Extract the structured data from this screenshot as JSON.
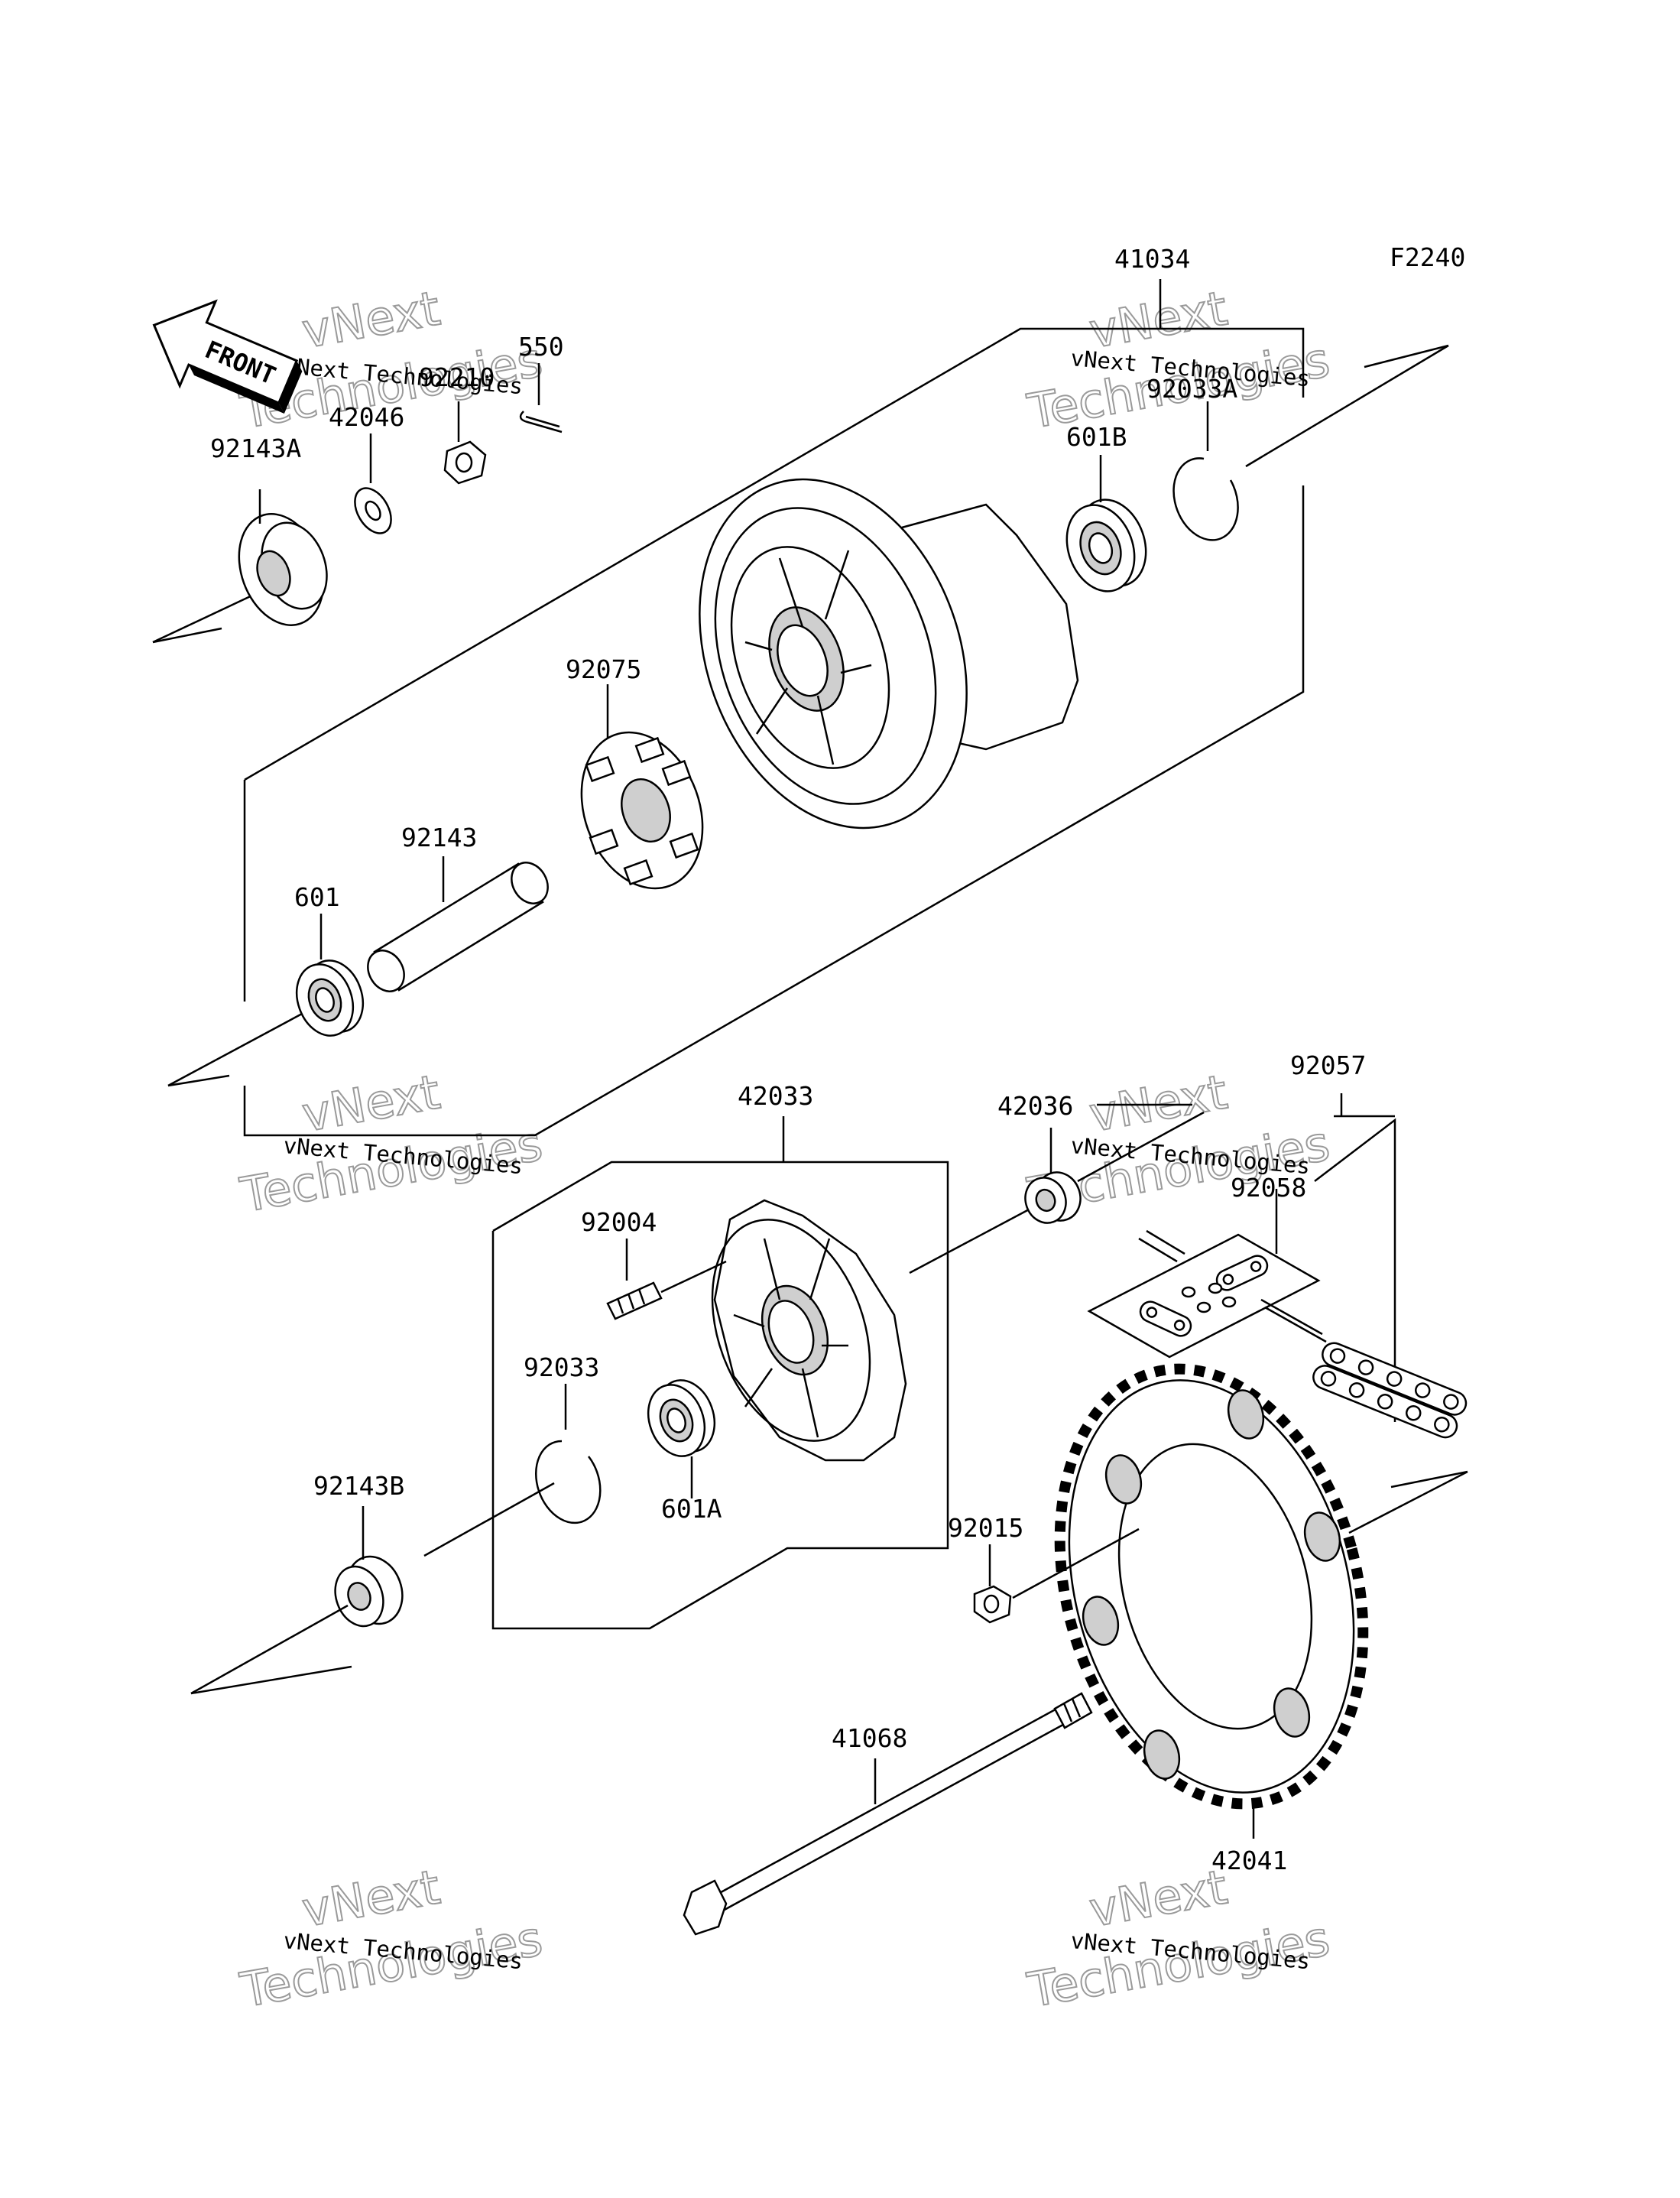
{
  "figure_code": "F2240",
  "front_label": "FRONT",
  "parts": [
    {
      "id": "41034",
      "name": "hub-assembly"
    },
    {
      "id": "550",
      "name": "cotter-pin"
    },
    {
      "id": "92210",
      "name": "axle-nut"
    },
    {
      "id": "42046",
      "name": "washer"
    },
    {
      "id": "92143A",
      "name": "left-collar"
    },
    {
      "id": "92033A",
      "name": "circlip-right"
    },
    {
      "id": "601B",
      "name": "bearing-right"
    },
    {
      "id": "92075",
      "name": "hub-damper"
    },
    {
      "id": "92143",
      "name": "center-collar"
    },
    {
      "id": "601",
      "name": "bearing-left"
    },
    {
      "id": "42033",
      "name": "sprocket-coupling"
    },
    {
      "id": "42036",
      "name": "coupling-collar"
    },
    {
      "id": "92057",
      "name": "drive-chain"
    },
    {
      "id": "92058",
      "name": "master-link"
    },
    {
      "id": "92004",
      "name": "stud"
    },
    {
      "id": "92033",
      "name": "circlip"
    },
    {
      "id": "601A",
      "name": "bearing-coupling"
    },
    {
      "id": "92143B",
      "name": "right-collar"
    },
    {
      "id": "92015",
      "name": "sprocket-nut"
    },
    {
      "id": "41068",
      "name": "axle"
    },
    {
      "id": "42041",
      "name": "rear-sprocket"
    }
  ],
  "watermark": {
    "small": "vNext Technologies",
    "big_line1": "vNext",
    "big_line2": "Technologies"
  }
}
